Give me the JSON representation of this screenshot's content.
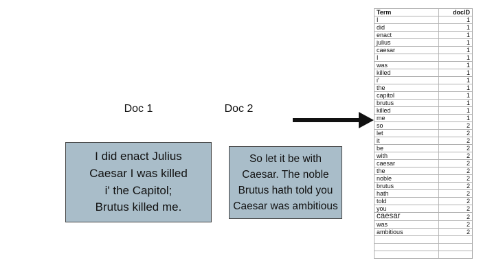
{
  "colors": {
    "box_fill": "#a9bdc9",
    "box_border": "#444444",
    "table_border": "#b0b0b0",
    "arrow": "#111111"
  },
  "doc1": {
    "label": "Doc 1",
    "lines": [
      "I did enact Julius",
      "Caesar I was killed",
      "i' the Capitol;",
      "Brutus killed me."
    ]
  },
  "doc2": {
    "label": "Doc 2",
    "lines": [
      "So let it be with",
      "Caesar. The noble",
      "Brutus hath told you",
      "Caesar was ambitious"
    ]
  },
  "table": {
    "headers": [
      "Term",
      "docID"
    ],
    "rows": [
      [
        "I",
        "1"
      ],
      [
        "did",
        "1"
      ],
      [
        "enact",
        "1"
      ],
      [
        "julius",
        "1"
      ],
      [
        "caesar",
        "1"
      ],
      [
        "I",
        "1"
      ],
      [
        "was",
        "1"
      ],
      [
        "killed",
        "1"
      ],
      [
        "i'",
        "1"
      ],
      [
        "the",
        "1"
      ],
      [
        "capitol",
        "1"
      ],
      [
        "brutus",
        "1"
      ],
      [
        "killed",
        "1"
      ],
      [
        "me",
        "1"
      ],
      [
        "so",
        "2"
      ],
      [
        "let",
        "2"
      ],
      [
        "it",
        "2"
      ],
      [
        "be",
        "2"
      ],
      [
        "with",
        "2"
      ],
      [
        "caesar",
        "2"
      ],
      [
        "the",
        "2"
      ],
      [
        "noble",
        "2"
      ],
      [
        "brutus",
        "2"
      ],
      [
        "hath",
        "2"
      ],
      [
        "told",
        "2"
      ],
      [
        "you",
        "2"
      ],
      [
        "caesar",
        "2"
      ],
      [
        "was",
        "2"
      ],
      [
        "ambitious",
        "2"
      ]
    ],
    "emphasized_row_index": 26,
    "trailing_empty_rows": 3
  }
}
